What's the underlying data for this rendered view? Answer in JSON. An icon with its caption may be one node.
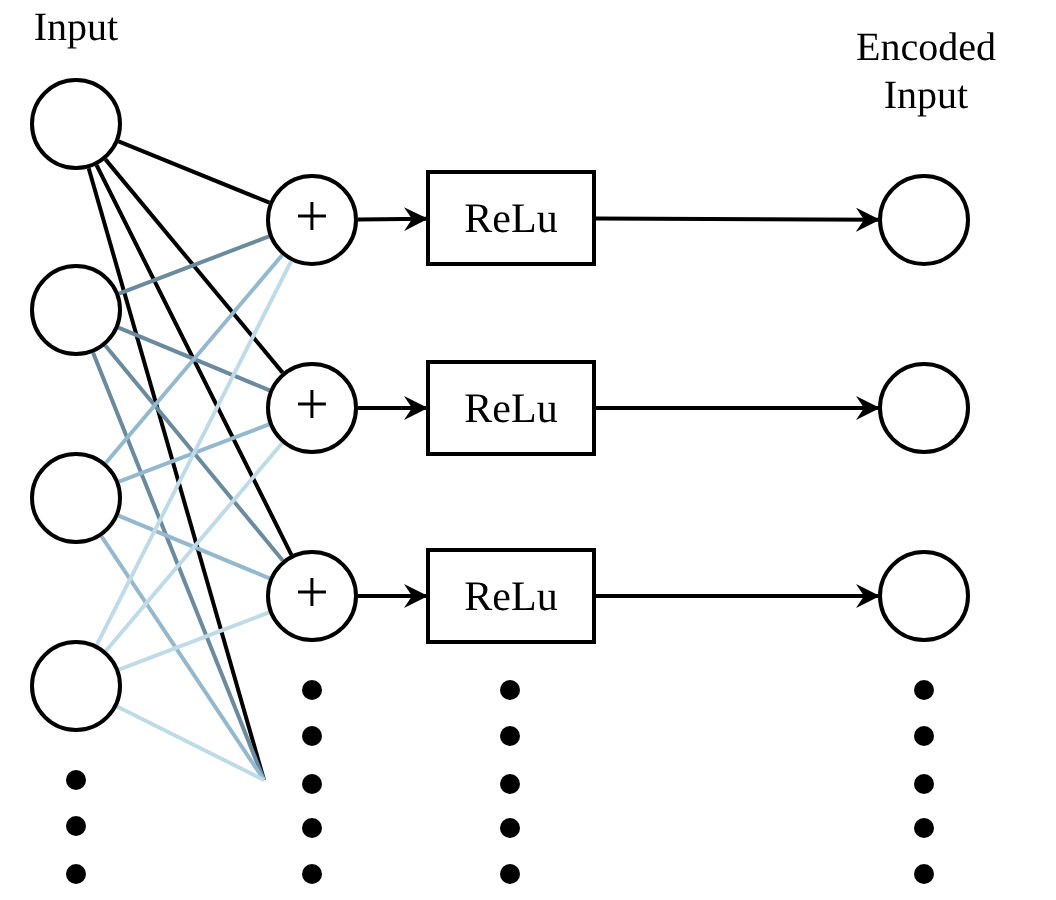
{
  "diagram": {
    "nodes": [
      {
        "text": [],
        "shape": "circle"
      },
      {
        "text": [],
        "shape": "circle"
      },
      {
        "text": [],
        "shape": "circle"
      },
      {
        "text": [],
        "shape": "circle"
      },
      {
        "text": [
          "+"
        ]
      },
      {
        "text": [
          "+"
        ]
      },
      {
        "text": [
          "+"
        ]
      },
      {
        "text": [
          "ReLu"
        ]
      },
      {
        "text": [
          "ReLu"
        ]
      },
      {
        "text": [
          "ReLu"
        ]
      },
      {
        "text": [],
        "shape": "circle"
      },
      {
        "text": [],
        "shape": "circle"
      },
      {
        "text": [],
        "shape": "circle"
      }
    ],
    "edges": [
      {
        "from": 0,
        "to": 4,
        "arrow": "none"
      },
      {
        "from": 0,
        "to": 5,
        "arrow": "none"
      },
      {
        "from": 0,
        "to": 6,
        "arrow": "none"
      },
      {
        "from": 0,
        "to": null,
        "arrow": "none"
      },
      {
        "from": 1,
        "to": 4,
        "arrow": "none",
        "color": "#6a8a9e"
      },
      {
        "from": 1,
        "to": 5,
        "arrow": "none",
        "color": "#6a8a9e"
      },
      {
        "from": 1,
        "to": 6,
        "arrow": "none",
        "color": "#6a8a9e"
      },
      {
        "from": 1,
        "to": null,
        "arrow": "none",
        "color": "#6a8a9e"
      },
      {
        "from": 2,
        "to": 4,
        "arrow": "none",
        "color": "#94b9cf"
      },
      {
        "from": 2,
        "to": 5,
        "arrow": "none",
        "color": "#94b9cf"
      },
      {
        "from": 2,
        "to": 6,
        "arrow": "none",
        "color": "#94b9cf"
      },
      {
        "from": 2,
        "to": null,
        "arrow": "none",
        "color": "#94b9cf"
      },
      {
        "from": 3,
        "to": 4,
        "arrow": "none",
        "color": "#c0dbe8"
      },
      {
        "from": 3,
        "to": 5,
        "arrow": "none",
        "color": "#c0dbe8"
      },
      {
        "from": 3,
        "to": 6,
        "arrow": "none",
        "color": "#c0dbe8"
      },
      {
        "from": 3,
        "to": null,
        "arrow": "none",
        "color": "#c0dbe8"
      },
      {
        "from": 4,
        "to": 7,
        "arrow": "to"
      },
      {
        "from": 5,
        "to": 8,
        "arrow": "to"
      },
      {
        "from": 6,
        "to": 9,
        "arrow": "to"
      },
      {
        "from": 7,
        "to": 10,
        "arrow": "to"
      },
      {
        "from": 8,
        "to": 11,
        "arrow": "to"
      },
      {
        "from": 9,
        "to": 12,
        "arrow": "to"
      }
    ],
    "labels": [
      "Input",
      "Encoded Input"
    ]
  }
}
